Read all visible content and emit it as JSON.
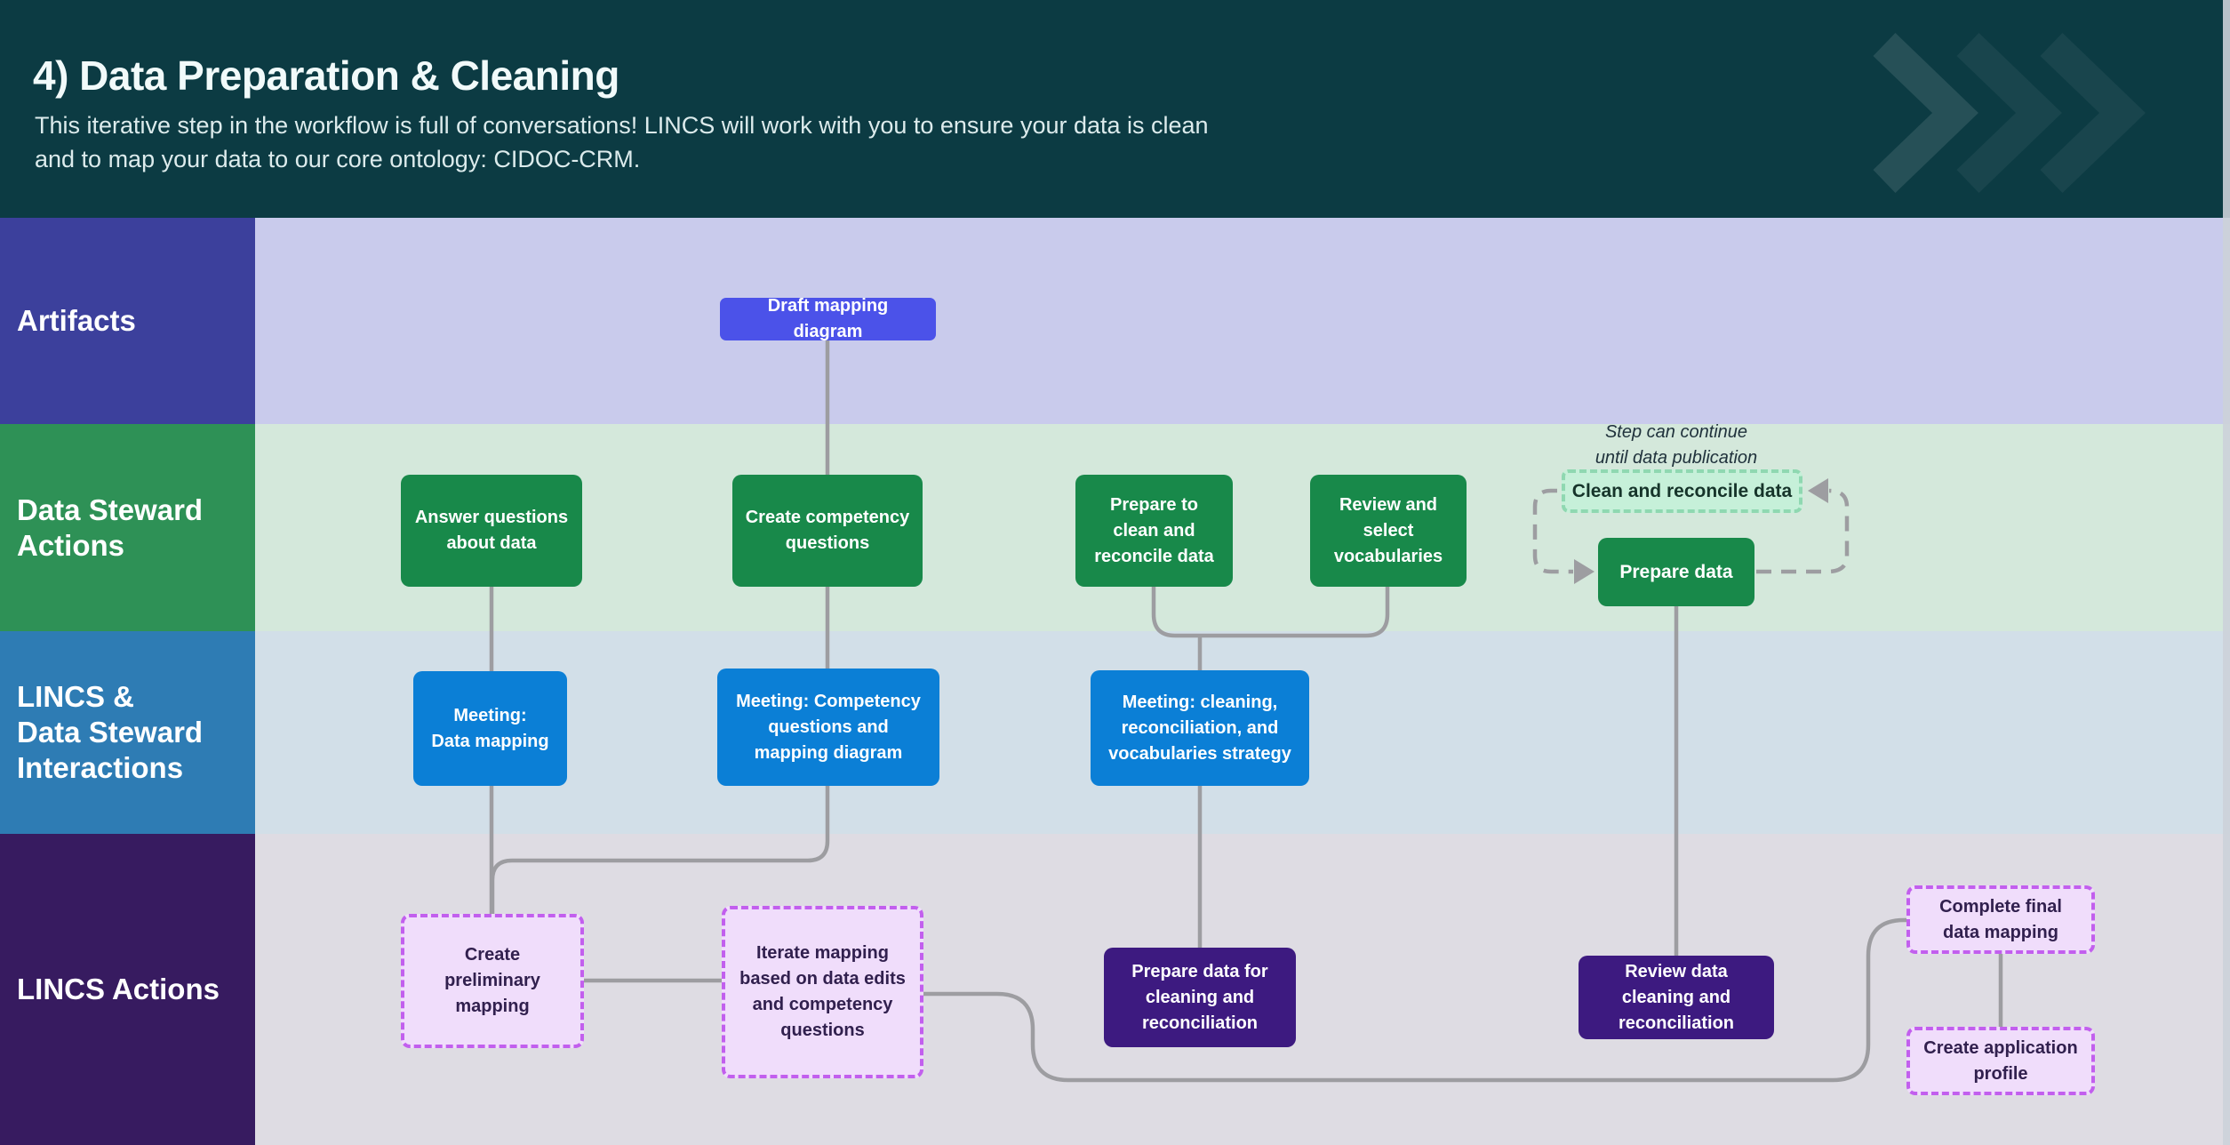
{
  "header": {
    "title": "4) Data Preparation & Cleaning",
    "subtitle": "This iterative step in the workflow is full of conversations! LINCS will work with you to ensure your data is clean\nand to map your data to our core ontology: CIDOC-CRM.",
    "decoration": "triple-chevron-right"
  },
  "lanes": {
    "artifacts": {
      "label": "Artifacts"
    },
    "data_steward_actions": {
      "label": "Data Steward\nActions"
    },
    "interactions": {
      "label": "LINCS &\nData Steward\nInteractions"
    },
    "lincs_actions": {
      "label": "LINCS Actions"
    }
  },
  "nodes": {
    "draft_mapping": {
      "label": "Draft mapping diagram"
    },
    "answer_questions": {
      "label": "Answer questions about data"
    },
    "create_competency": {
      "label": "Create competency questions"
    },
    "prepare_to_clean": {
      "label": "Prepare to clean and reconcile data"
    },
    "review_vocab": {
      "label": "Review and select vocabularies"
    },
    "clean_reconcile": {
      "label": "Clean and reconcile data"
    },
    "prepare_data": {
      "label": "Prepare data"
    },
    "meeting_data_mapping": {
      "label": "Meeting:\nData mapping"
    },
    "meeting_competency": {
      "label": "Meeting: Competency questions and mapping diagram"
    },
    "meeting_cleaning": {
      "label": "Meeting: cleaning, reconciliation, and vocabularies strategy"
    },
    "create_preliminary": {
      "label": "Create preliminary mapping"
    },
    "iterate_mapping": {
      "label": "Iterate mapping based on data edits and competency questions"
    },
    "prepare_for_cleaning": {
      "label": "Prepare data for cleaning and reconciliation"
    },
    "review_cleaning": {
      "label": "Review data cleaning and reconciliation"
    },
    "complete_final_mapping": {
      "label": "Complete final data mapping"
    },
    "create_app_profile": {
      "label": "Create application profile"
    }
  },
  "caption": {
    "loop_note": "Step can continue\nuntil data publication"
  },
  "colors": {
    "header_bg": "#0c3b43",
    "artifacts_side": "#3c409c",
    "artifacts_body": "#c9cbec",
    "steward_side": "#2e9156",
    "steward_body": "#d4e8db",
    "interactions_side": "#2e7cb4",
    "interactions_body": "#d2dfe8",
    "lincs_side": "#371b60",
    "lincs_body": "#dedce3",
    "artifact_node": "#4b52e9",
    "action_node": "#18894a",
    "meeting_node": "#0b7fd6",
    "lincs_node": "#3d1a80",
    "dashed_purple": "#c25fee",
    "dashed_purple_fill": "#f0ddfb",
    "dashed_green": "#8fd8b1",
    "dashed_green_fill": "#c6f0d9",
    "connector": "#9d9da1"
  }
}
